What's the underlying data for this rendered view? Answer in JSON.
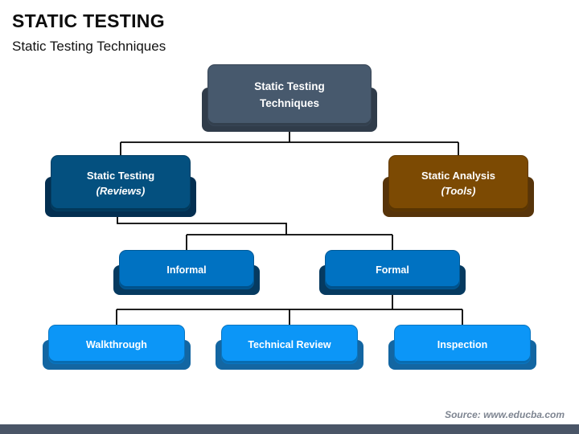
{
  "header": {
    "title": "STATIC TESTING",
    "subtitle": "Static Testing Techniques"
  },
  "diagram": {
    "type": "hierarchy-tree",
    "nodes": {
      "root": {
        "label": "Static Testing Techniques"
      },
      "static_testing": {
        "title": "Static Testing",
        "sub": "(Reviews)"
      },
      "static_analysis": {
        "title": "Static Analysis",
        "sub": "(Tools)"
      },
      "informal": {
        "label": "Informal"
      },
      "formal": {
        "label": "Formal"
      },
      "walkthrough": {
        "label": "Walkthrough"
      },
      "technical_review": {
        "label": "Technical Review"
      },
      "inspection": {
        "label": "Inspection"
      }
    },
    "edges": [
      [
        "Static Testing Techniques",
        "Static Testing (Reviews)"
      ],
      [
        "Static Testing Techniques",
        "Static Analysis (Tools)"
      ],
      [
        "Static Testing (Reviews)",
        "Informal"
      ],
      [
        "Static Testing (Reviews)",
        "Formal"
      ],
      [
        "Formal",
        "Walkthrough"
      ],
      [
        "Formal",
        "Technical Review"
      ],
      [
        "Formal",
        "Inspection"
      ]
    ]
  },
  "colors": {
    "root": {
      "fill": "#47596D",
      "back": "#303C4A"
    },
    "reviews": {
      "fill": "#04507F",
      "back": "#032F51"
    },
    "tools": {
      "fill": "#7C4A03",
      "back": "#57340A"
    },
    "level3": {
      "fill": "#0072C2",
      "back": "#063A60"
    },
    "level4": {
      "fill": "#0C96F7",
      "back": "#1366A2"
    },
    "connector": "#000000",
    "footer_bar": "#4A5567"
  },
  "footer": {
    "source": "Source: www.educba.com"
  }
}
